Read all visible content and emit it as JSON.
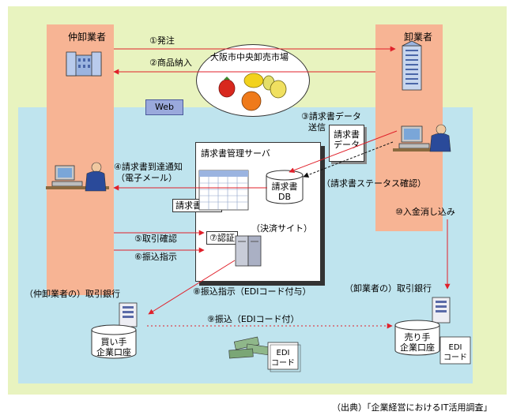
{
  "actors": {
    "intermediate_wholesaler": "仲卸業者",
    "wholesaler": "卸業者"
  },
  "market": {
    "name": "大阪市中央卸売市場"
  },
  "web_label": "Web",
  "server": {
    "title": "請求書管理サーバ",
    "db_label_1": "請求書",
    "db_label_2": "DB",
    "invoice_info": "請求書情報",
    "settlement_site": "（決済サイト）",
    "auth": "⑦認証"
  },
  "invoice_doc": {
    "line1": "請求書",
    "line2": "データ"
  },
  "steps": {
    "s1": "①発注",
    "s2": "②商品納入",
    "s3_line1": "③請求書データ",
    "s3_line2": "送信",
    "s4_line1": "④請求書到達通知",
    "s4_line2": "（電子メール）",
    "status_check": "（請求書ステータス確認）",
    "s5": "⑤取引確認",
    "s6": "⑥振込指示",
    "s8": "⑧振込指示（EDIコード付与）",
    "s9": "⑨振込（EDIコード付）",
    "s10": "⑩入金消し込み"
  },
  "banks": {
    "buyer_bank": "（仲卸業者の）取引銀行",
    "seller_bank": "（卸業者の）取引銀行",
    "buyer_account_1": "買い手",
    "buyer_account_2": "企業口座",
    "seller_account_1": "売り手",
    "seller_account_2": "企業口座"
  },
  "edi": {
    "left_1": "EDI",
    "left_2": "コード",
    "right_1": "EDI",
    "right_2": "コード"
  },
  "source": "（出典）「企業経営におけるIT活用調査」",
  "colors": {
    "outer_bg": "#e8f3bf",
    "inner_bg": "#bfe4ee",
    "party_col": "#f7b494",
    "arrow_red": "#e0202a"
  }
}
